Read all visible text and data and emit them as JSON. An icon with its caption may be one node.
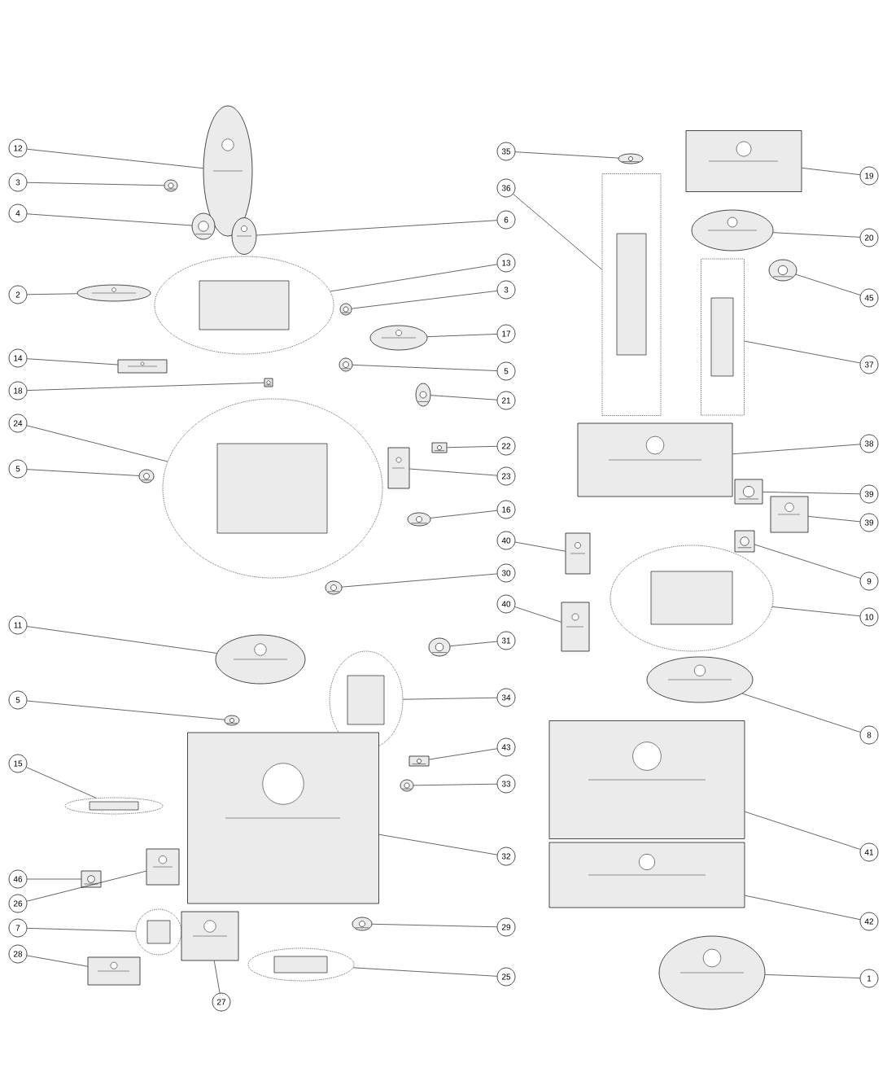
{
  "diagram": {
    "nodes": [
      {
        "text": [
          "12"
        ]
      },
      {
        "text": [
          "3"
        ]
      },
      {
        "text": [
          "4"
        ]
      },
      {
        "text": [
          "2"
        ]
      },
      {
        "text": [
          "14"
        ]
      },
      {
        "text": [
          "18"
        ]
      },
      {
        "text": [
          "24"
        ]
      },
      {
        "text": [
          "5"
        ]
      },
      {
        "text": [
          "11"
        ]
      },
      {
        "text": [
          "5"
        ]
      },
      {
        "text": [
          "15"
        ]
      },
      {
        "text": [
          "46"
        ]
      },
      {
        "text": [
          "26"
        ]
      },
      {
        "text": [
          "7"
        ]
      },
      {
        "text": [
          "28"
        ]
      },
      {
        "text": [
          "27"
        ]
      },
      {
        "text": [
          "35"
        ]
      },
      {
        "text": [
          "36"
        ]
      },
      {
        "text": [
          "6"
        ]
      },
      {
        "text": [
          "13"
        ]
      },
      {
        "text": [
          "3"
        ]
      },
      {
        "text": [
          "17"
        ]
      },
      {
        "text": [
          "5"
        ]
      },
      {
        "text": [
          "21"
        ]
      },
      {
        "text": [
          "22"
        ]
      },
      {
        "text": [
          "23"
        ]
      },
      {
        "text": [
          "16"
        ]
      },
      {
        "text": [
          "40"
        ]
      },
      {
        "text": [
          "30"
        ]
      },
      {
        "text": [
          "40"
        ]
      },
      {
        "text": [
          "31"
        ]
      },
      {
        "text": [
          "34"
        ]
      },
      {
        "text": [
          "43"
        ]
      },
      {
        "text": [
          "33"
        ]
      },
      {
        "text": [
          "32"
        ]
      },
      {
        "text": [
          "29"
        ]
      },
      {
        "text": [
          "25"
        ]
      },
      {
        "text": [
          "19"
        ]
      },
      {
        "text": [
          "20"
        ]
      },
      {
        "text": [
          "45"
        ]
      },
      {
        "text": [
          "37"
        ]
      },
      {
        "text": [
          "38"
        ]
      },
      {
        "text": [
          "39"
        ]
      },
      {
        "text": [
          "39"
        ]
      },
      {
        "text": [
          "9"
        ]
      },
      {
        "text": [
          "10"
        ]
      },
      {
        "text": [
          "8"
        ]
      },
      {
        "text": [
          "41"
        ]
      },
      {
        "text": [
          "42"
        ]
      },
      {
        "text": [
          "1"
        ]
      },
      {
        "text": [],
        "shape": "picture"
      },
      {
        "text": [],
        "shape": "picture"
      },
      {
        "text": [],
        "shape": "picture"
      },
      {
        "text": [],
        "shape": "picture"
      },
      {
        "text": [],
        "shape": "picture"
      },
      {
        "text": [],
        "shape": "picture"
      },
      {
        "text": [],
        "shape": "picture"
      },
      {
        "text": [],
        "shape": "picture"
      },
      {
        "text": [],
        "shape": "picture"
      },
      {
        "text": [],
        "shape": "picture"
      },
      {
        "text": [],
        "shape": "picture"
      },
      {
        "text": [],
        "shape": "picture"
      },
      {
        "text": [],
        "shape": "picture"
      },
      {
        "text": [],
        "shape": "picture"
      },
      {
        "text": [],
        "shape": "picture"
      },
      {
        "text": [],
        "shape": "picture"
      },
      {
        "text": [],
        "shape": "picture"
      },
      {
        "text": [],
        "shape": "picture"
      },
      {
        "text": [],
        "shape": "picture"
      },
      {
        "text": [],
        "shape": "picture"
      },
      {
        "text": [],
        "shape": "picture"
      },
      {
        "text": [],
        "shape": "picture"
      },
      {
        "text": [],
        "shape": "picture"
      },
      {
        "text": [],
        "shape": "picture"
      },
      {
        "text": [],
        "shape": "picture"
      },
      {
        "text": [],
        "shape": "picture"
      },
      {
        "text": [],
        "shape": "picture"
      },
      {
        "text": [],
        "shape": "picture"
      },
      {
        "text": [],
        "shape": "picture"
      },
      {
        "text": [],
        "shape": "picture"
      },
      {
        "text": [],
        "shape": "picture"
      },
      {
        "text": [],
        "shape": "picture"
      },
      {
        "text": [],
        "shape": "picture"
      },
      {
        "text": [],
        "shape": "picture"
      },
      {
        "text": [],
        "shape": "picture"
      },
      {
        "text": [],
        "shape": "picture"
      },
      {
        "text": [],
        "shape": "picture"
      },
      {
        "text": [],
        "shape": "picture"
      },
      {
        "text": [],
        "shape": "picture"
      },
      {
        "text": [],
        "shape": "picture"
      },
      {
        "text": [],
        "shape": "picture"
      },
      {
        "text": [],
        "shape": "picture"
      },
      {
        "text": [],
        "shape": "picture"
      },
      {
        "text": [],
        "shape": "picture"
      },
      {
        "text": [],
        "shape": "picture"
      },
      {
        "text": [],
        "shape": "picture"
      },
      {
        "text": [],
        "shape": "picture"
      },
      {
        "text": [],
        "shape": "picture"
      },
      {
        "text": [],
        "shape": "picture"
      },
      {
        "text": [],
        "shape": "picture"
      }
    ],
    "edges": [
      {
        "from": 0,
        "to": 50,
        "arrow": "none"
      },
      {
        "from": 1,
        "to": 51,
        "arrow": "none"
      },
      {
        "from": 2,
        "to": 52,
        "arrow": "none"
      },
      {
        "from": 3,
        "to": 53,
        "arrow": "none"
      },
      {
        "from": 4,
        "to": 54,
        "arrow": "none"
      },
      {
        "from": 5,
        "to": 55,
        "arrow": "none"
      },
      {
        "from": 6,
        "to": 56,
        "arrow": "none"
      },
      {
        "from": 7,
        "to": 57,
        "arrow": "none"
      },
      {
        "from": 8,
        "to": 58,
        "arrow": "none"
      },
      {
        "from": 9,
        "to": 59,
        "arrow": "none"
      },
      {
        "from": 10,
        "to": 60,
        "arrow": "none"
      },
      {
        "from": 11,
        "to": 61,
        "arrow": "none"
      },
      {
        "from": 12,
        "to": 62,
        "arrow": "none"
      },
      {
        "from": 13,
        "to": 63,
        "arrow": "none"
      },
      {
        "from": 14,
        "to": 64,
        "arrow": "none"
      },
      {
        "from": 15,
        "to": 65,
        "arrow": "none"
      },
      {
        "from": 16,
        "to": 66,
        "arrow": "none"
      },
      {
        "from": 17,
        "to": 67,
        "arrow": "none"
      },
      {
        "from": 18,
        "to": 68,
        "arrow": "none"
      },
      {
        "from": 19,
        "to": 69,
        "arrow": "none"
      },
      {
        "from": 20,
        "to": 70,
        "arrow": "none"
      },
      {
        "from": 21,
        "to": 71,
        "arrow": "none"
      },
      {
        "from": 22,
        "to": 72,
        "arrow": "none"
      },
      {
        "from": 23,
        "to": 73,
        "arrow": "none"
      },
      {
        "from": 24,
        "to": 74,
        "arrow": "none"
      },
      {
        "from": 25,
        "to": 75,
        "arrow": "none"
      },
      {
        "from": 26,
        "to": 76,
        "arrow": "none"
      },
      {
        "from": 27,
        "to": 77,
        "arrow": "none"
      },
      {
        "from": 28,
        "to": 78,
        "arrow": "none"
      },
      {
        "from": 29,
        "to": 79,
        "arrow": "none"
      },
      {
        "from": 30,
        "to": 80,
        "arrow": "none"
      },
      {
        "from": 31,
        "to": 81,
        "arrow": "none"
      },
      {
        "from": 32,
        "to": 82,
        "arrow": "none"
      },
      {
        "from": 33,
        "to": 83,
        "arrow": "none"
      },
      {
        "from": 34,
        "to": 84,
        "arrow": "none"
      },
      {
        "from": 35,
        "to": 85,
        "arrow": "none"
      },
      {
        "from": 36,
        "to": 86,
        "arrow": "none"
      },
      {
        "from": 37,
        "to": 87,
        "arrow": "none"
      },
      {
        "from": 38,
        "to": 88,
        "arrow": "none"
      },
      {
        "from": 39,
        "to": 89,
        "arrow": "none"
      },
      {
        "from": 40,
        "to": 90,
        "arrow": "none"
      },
      {
        "from": 41,
        "to": 91,
        "arrow": "none"
      },
      {
        "from": 42,
        "to": 92,
        "arrow": "none"
      },
      {
        "from": 43,
        "to": 93,
        "arrow": "none"
      },
      {
        "from": 44,
        "to": 94,
        "arrow": "none"
      },
      {
        "from": 45,
        "to": 95,
        "arrow": "none"
      },
      {
        "from": 46,
        "to": 96,
        "arrow": "none"
      },
      {
        "from": 47,
        "to": 97,
        "arrow": "none"
      },
      {
        "from": 48,
        "to": 98,
        "arrow": "none"
      },
      {
        "from": 49,
        "to": 99,
        "arrow": "none"
      }
    ]
  }
}
